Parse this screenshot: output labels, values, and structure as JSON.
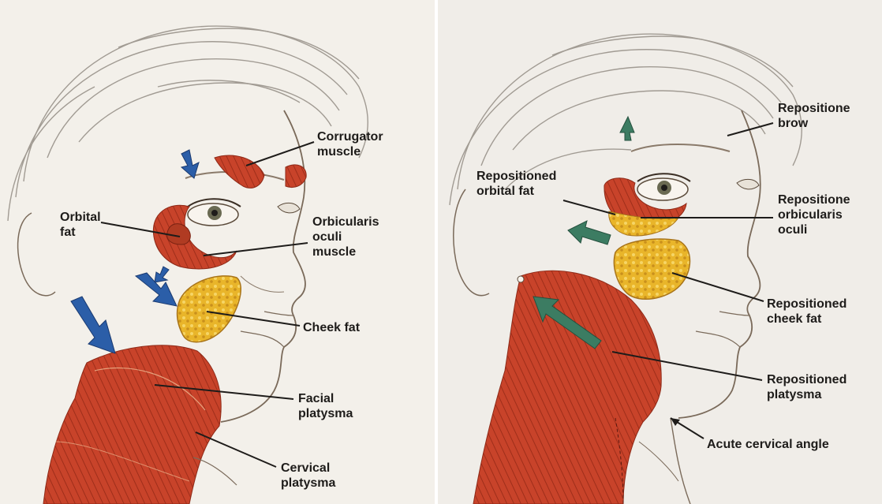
{
  "colors": {
    "muscle": "#c8432a",
    "muscle_dark": "#8e2a18",
    "fat": "#e9b52a",
    "fat_dark": "#b07c14",
    "arrow_blue": "#2b5ea8",
    "arrow_green": "#3c7c62",
    "skin_line": "#7a6a5a",
    "hair_line": "#9a958e"
  },
  "icons": [
    "blue-arrow-icon",
    "green-arrow-icon"
  ],
  "left_panel": {
    "labels": {
      "corrugator": [
        "Corrugator",
        "muscle"
      ],
      "orbital_fat": [
        "Orbital",
        "fat"
      ],
      "orbicularis": [
        "Orbicularis",
        "oculi",
        "muscle"
      ],
      "cheek_fat": [
        "Cheek fat"
      ],
      "facial_platysma": [
        "Facial",
        "platysma"
      ],
      "cervical_platysma": [
        "Cervical",
        "platysma"
      ]
    }
  },
  "right_panel": {
    "labels": {
      "brow": [
        "Repositione",
        "brow"
      ],
      "orbital_fat": [
        "Repositioned",
        "orbital fat"
      ],
      "orbicularis": [
        "Repositione",
        "orbicularis",
        "oculi"
      ],
      "cheek_fat": [
        "Repositioned",
        "cheek fat"
      ],
      "platysma": [
        "Repositioned",
        "platysma"
      ],
      "cervical_angle": [
        "Acute cervical angle"
      ]
    }
  }
}
